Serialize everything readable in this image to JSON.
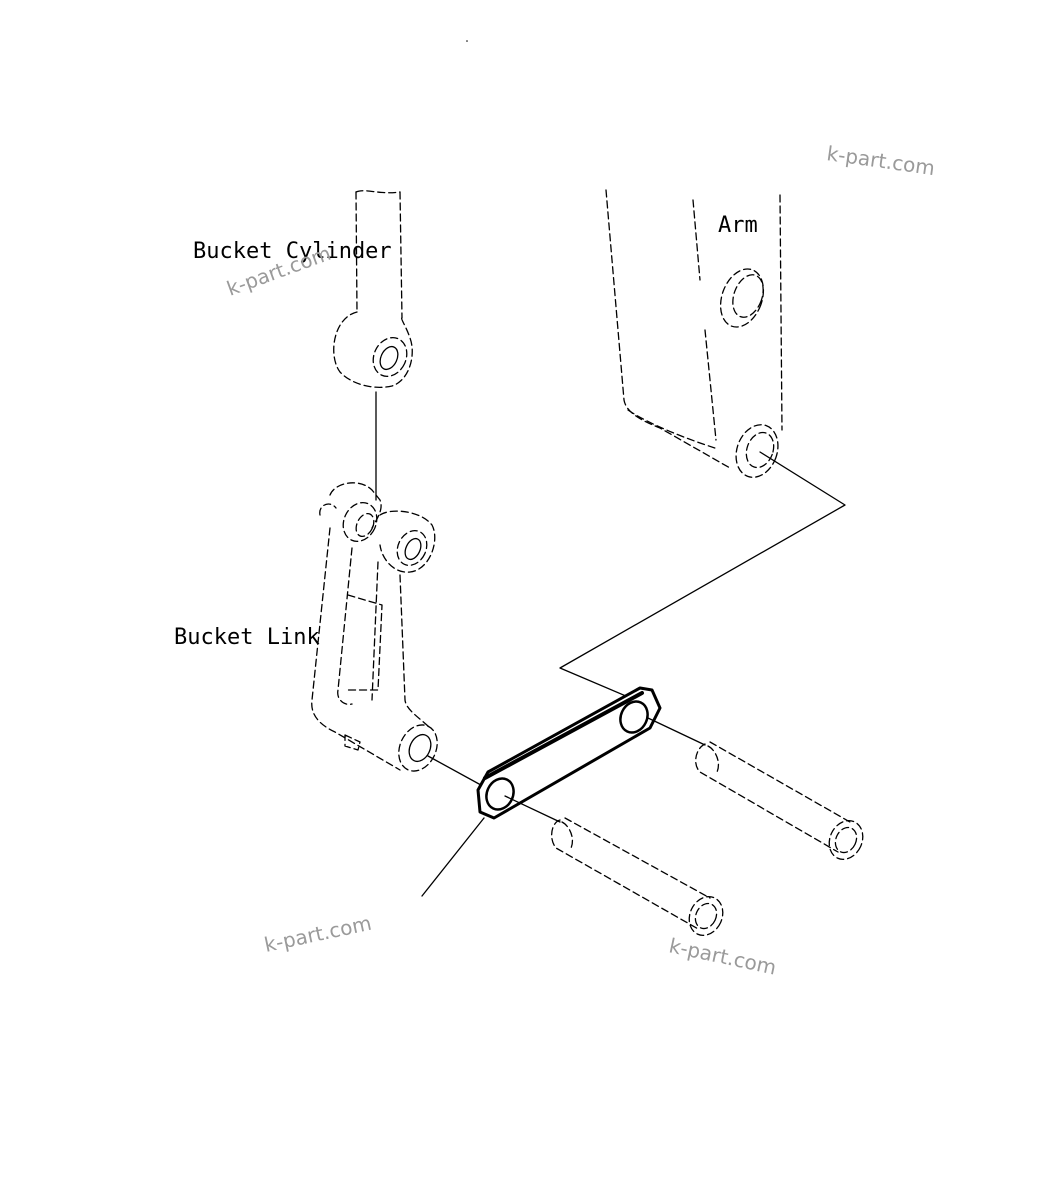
{
  "labels": {
    "bucket_cylinder": "Bucket Cylinder",
    "arm": "Arm",
    "bucket_link": "Bucket Link"
  },
  "watermarks": [
    "k-part.com",
    "k-part.com",
    "k-part.com",
    "k-part.com"
  ],
  "colors": {
    "line": "#000000",
    "watermark": "#9a9a9a",
    "background": "#ffffff"
  }
}
